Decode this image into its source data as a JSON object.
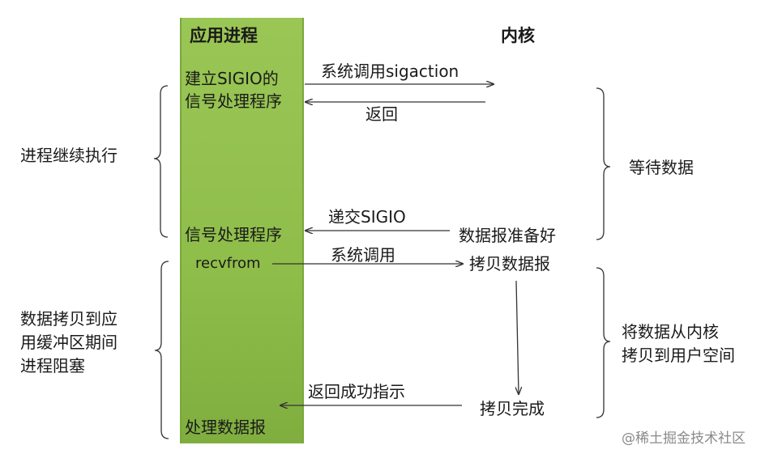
{
  "headers": {
    "process": "应用进程",
    "kernel": "内核"
  },
  "process_labels": {
    "setup_handler_line1": "建立SIGIO的",
    "setup_handler_line2": "信号处理程序",
    "signal_handler": "信号处理程序",
    "recvfrom": "recvfrom",
    "process_datagram": "处理数据报"
  },
  "arrow_labels": {
    "syscall_sigaction": "系统调用sigaction",
    "return": "返回",
    "deliver_sigio": "递交SIGIO",
    "syscall": "系统调用",
    "return_success": "返回成功指示"
  },
  "kernel_labels": {
    "datagram_ready": "数据报准备好",
    "copy_datagram": "拷贝数据报",
    "copy_complete": "拷贝完成"
  },
  "side_notes": {
    "process_continues": "进程继续执行",
    "blocked_line1": "数据拷贝到应",
    "blocked_line2": "用缓冲区期间",
    "blocked_line3": "进程阻塞",
    "wait_data": "等待数据",
    "copy_line1": "将数据从内核",
    "copy_line2": "拷贝到用户空间"
  },
  "watermark": "@稀土掘金技术社区",
  "colors": {
    "process_column": "#8fbd4a",
    "line": "#333333",
    "watermark": "#8a8a8a"
  }
}
